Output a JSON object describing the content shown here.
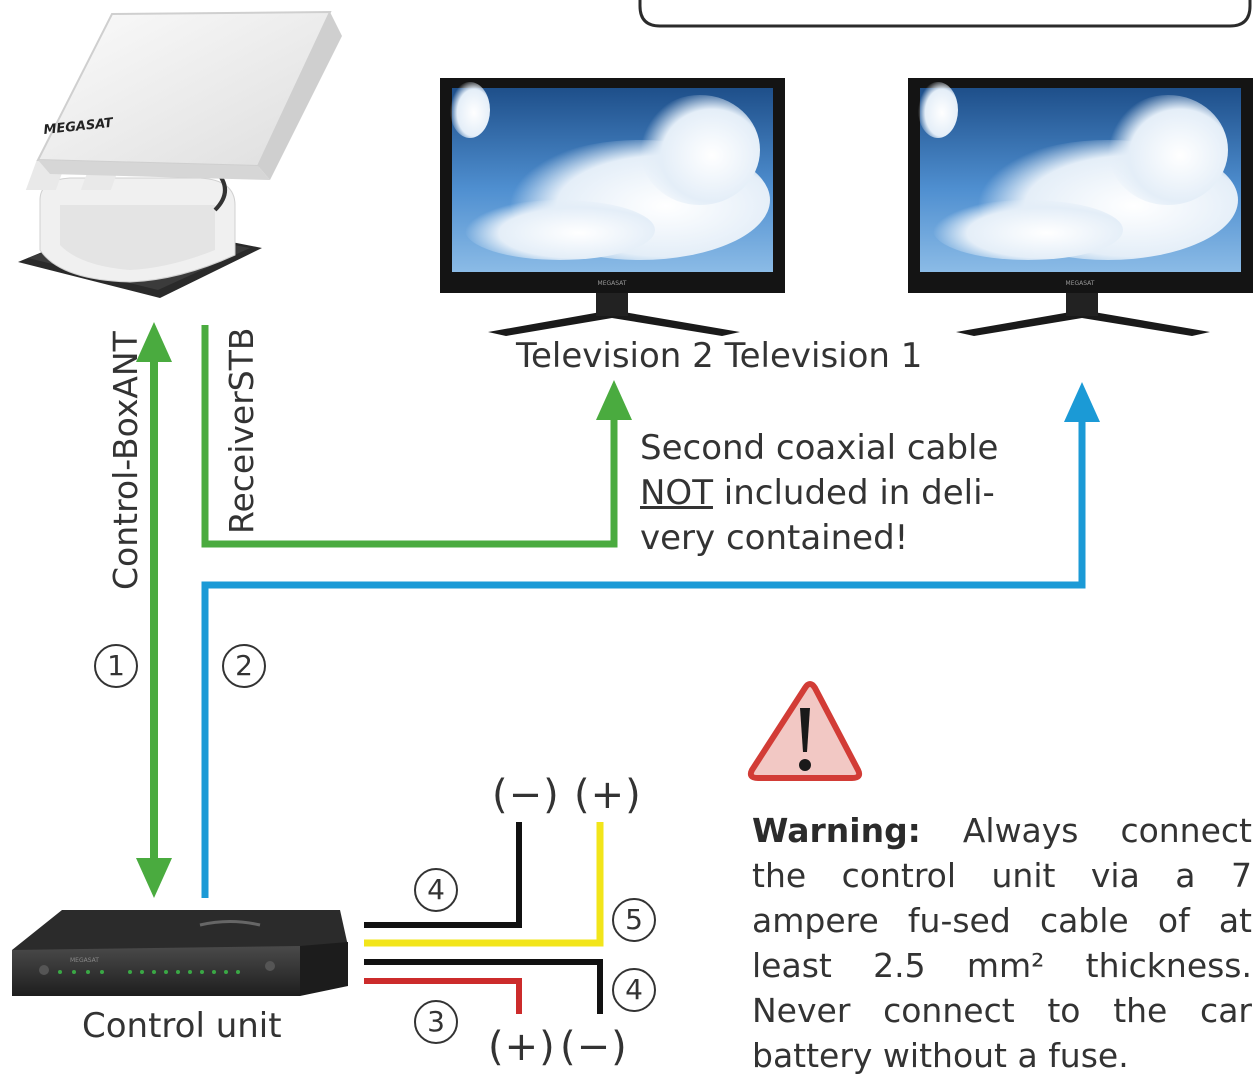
{
  "devices": {
    "antenna_brand": "MEGASAT",
    "tv_brand": "MEGASAT",
    "control_unit_brand": "MEGASAT"
  },
  "labels": {
    "control_box_ant": "Control-BoxANT",
    "receiver_stb": "ReceiverSTB",
    "televisions": "Television 2 Television 1",
    "control_unit": "Control unit"
  },
  "note": {
    "line1": "Second coaxial cable",
    "not_word": "NOT",
    "line2_rest": " included in deli-",
    "line3": "very contained!"
  },
  "numbers": {
    "n1": "1",
    "n2": "2",
    "n3": "3",
    "n4a": "4",
    "n4b": "4",
    "n5": "5"
  },
  "polarity": {
    "top_minus": "(−)",
    "top_plus": "(+)",
    "bottom_plus": "(+)",
    "bottom_minus": "(−)"
  },
  "warning": {
    "title": "Warning:",
    "text": " Always connect the control unit via a 7 ampere fu-sed cable of at least 2.5 mm² thickness. Never connect to the car battery without a fuse."
  },
  "colors": {
    "green": "#4aab3f",
    "blue": "#1b9ad6",
    "yellow": "#f2e51a",
    "black": "#111111",
    "red": "#cc2b2b",
    "warning_fill": "#f2c8c4",
    "warning_stroke": "#d23c36"
  }
}
